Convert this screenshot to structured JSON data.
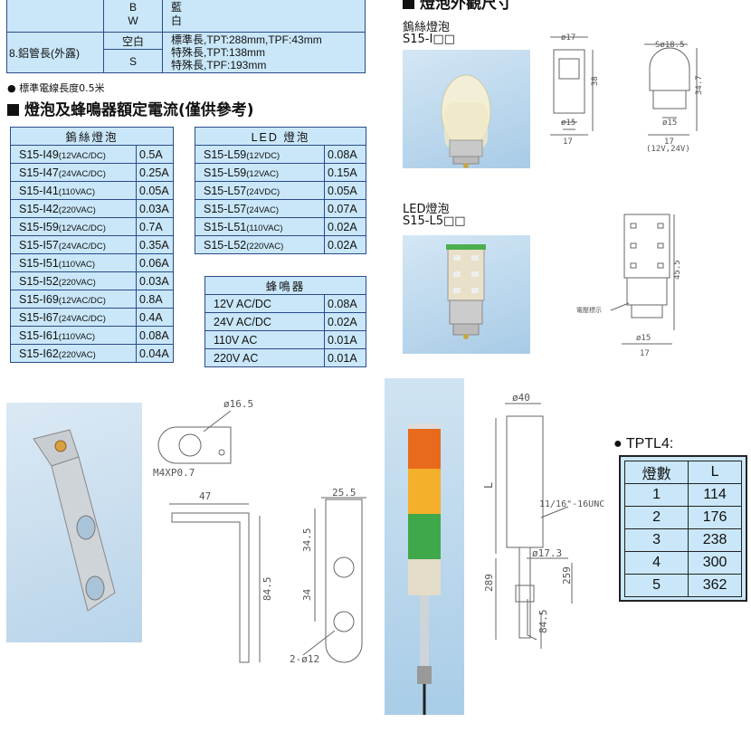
{
  "top_table": {
    "rows": [
      {
        "code": "B\nW",
        "color": "藍\n白"
      },
      {
        "label": "8.鋁管長(外露)",
        "code_a": "空白",
        "code_b": "S",
        "desc": [
          "標準長,TPT:288mm,TPF:43mm",
          "特殊長,TPT:138mm",
          "特殊長,TPF:193mm"
        ]
      }
    ]
  },
  "note": "● 標準電線長度0.5米",
  "section_title": "燈泡及蜂鳴器額定電流(僅供參考)",
  "tungsten_table": {
    "header": "鎢絲燈泡",
    "rows": [
      {
        "model": "S15-I49",
        "spec": "(12VAC/DC)",
        "current": "0.5A"
      },
      {
        "model": "S15-I47",
        "spec": "(24VAC/DC)",
        "current": "0.25A"
      },
      {
        "model": "S15-I41",
        "spec": "(110VAC)",
        "current": "0.05A"
      },
      {
        "model": "S15-I42",
        "spec": "(220VAC)",
        "current": "0.03A"
      },
      {
        "model": "S15-I59",
        "spec": "(12VAC/DC)",
        "current": "0.7A"
      },
      {
        "model": "S15-I57",
        "spec": "(24VAC/DC)",
        "current": "0.35A"
      },
      {
        "model": "S15-I51",
        "spec": "(110VAC)",
        "current": "0.06A"
      },
      {
        "model": "S15-I52",
        "spec": "(220VAC)",
        "current": "0.03A"
      },
      {
        "model": "S15-I69",
        "spec": "(12VAC/DC)",
        "current": "0.8A"
      },
      {
        "model": "S15-I67",
        "spec": "(24VAC/DC)",
        "current": "0.4A"
      },
      {
        "model": "S15-I61",
        "spec": "(110VAC)",
        "current": "0.08A"
      },
      {
        "model": "S15-I62",
        "spec": "(220VAC)",
        "current": "0.04A"
      }
    ]
  },
  "led_table": {
    "header": "LED 燈泡",
    "rows": [
      {
        "model": "S15-L59",
        "spec": "(12VDC)",
        "current": "0.08A"
      },
      {
        "model": "S15-L59",
        "spec": "(12VAC)",
        "current": "0.15A"
      },
      {
        "model": "S15-L57",
        "spec": "(24VDC)",
        "current": "0.05A"
      },
      {
        "model": "S15-L57",
        "spec": "(24VAC)",
        "current": "0.07A"
      },
      {
        "model": "S15-L51",
        "spec": "(110VAC)",
        "current": "0.02A"
      },
      {
        "model": "S15-L52",
        "spec": "(220VAC)",
        "current": "0.02A"
      }
    ]
  },
  "buzzer_table": {
    "header": "蜂鳴器",
    "rows": [
      {
        "voltage": "12V AC/DC",
        "current": "0.08A"
      },
      {
        "voltage": "24V AC/DC",
        "current": "0.02A"
      },
      {
        "voltage": "110V AC",
        "current": "0.01A"
      },
      {
        "voltage": "220V AC",
        "current": "0.01A"
      }
    ]
  },
  "right_header": "燈泡外觀尺寸",
  "bulb1": {
    "title": "鎢絲燈泡",
    "model": "S15-I□□",
    "dims": {
      "d17": "ø17",
      "h38": "38",
      "d15": "ø15",
      "w17": "17",
      "s185": "Sø18.5",
      "h347": "34.7",
      "d15b": "ø15",
      "w17b": "17",
      "volt": "(12V,24V)"
    }
  },
  "bulb2": {
    "title": "LED燈泡",
    "model": "S15-L5□□",
    "dims": {
      "h455": "45.5",
      "label": "電壓標示",
      "d15": "ø15",
      "w17": "17"
    }
  },
  "bracket": {
    "dims": {
      "d165": "ø16.5",
      "m4": "M4XP0.7",
      "w47": "47",
      "h845": "84.5",
      "w255": "25.5",
      "h345": "34.5",
      "h34": "34",
      "holes": "2-ø12"
    }
  },
  "tower": {
    "dims": {
      "d40": "ø40",
      "L": "L",
      "thread": "11/16\"-16UNC",
      "d173": "ø17.3",
      "h289": "289",
      "h259": "259",
      "h845": "84.5"
    }
  },
  "tptl": {
    "title": "● TPTL4:",
    "headers": [
      "燈數",
      "L"
    ],
    "rows": [
      [
        "1",
        "114"
      ],
      [
        "2",
        "176"
      ],
      [
        "3",
        "238"
      ],
      [
        "4",
        "300"
      ],
      [
        "5",
        "362"
      ]
    ]
  }
}
